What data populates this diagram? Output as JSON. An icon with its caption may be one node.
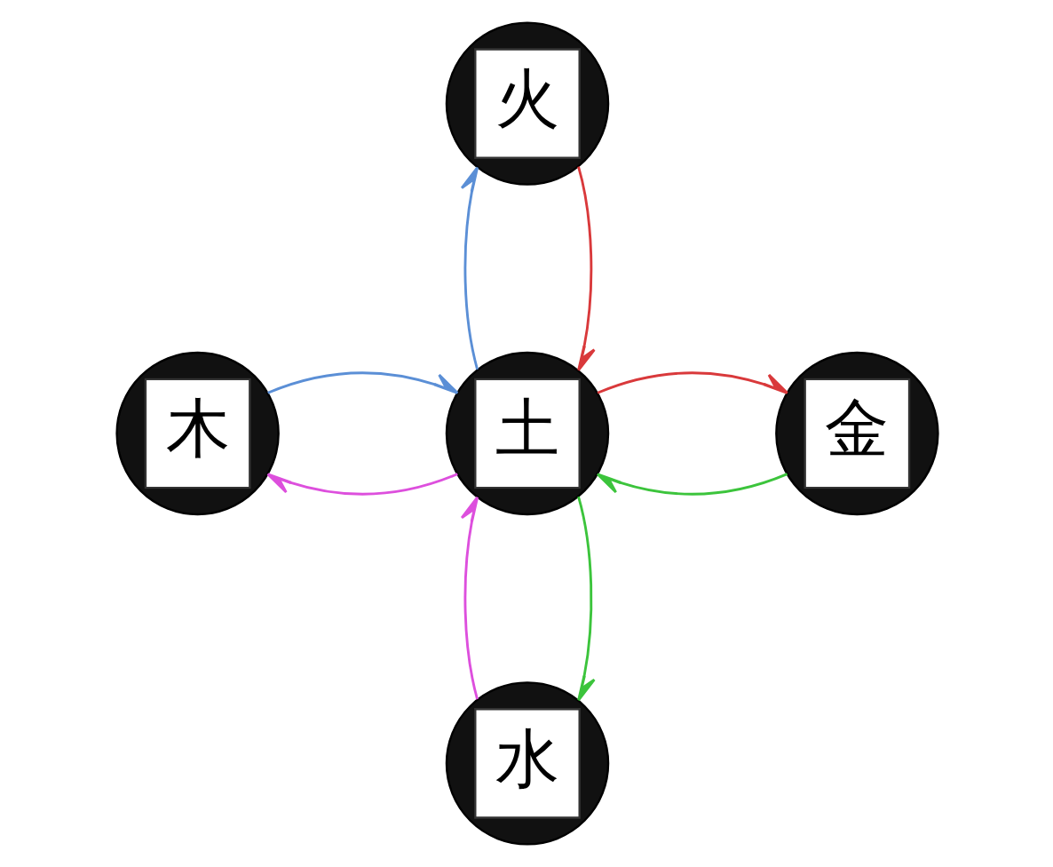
{
  "diagram": {
    "nodes": [
      {
        "text": [
          "火"
        ]
      },
      {
        "text": [
          "木"
        ]
      },
      {
        "text": [
          "土"
        ]
      },
      {
        "text": [
          "金"
        ]
      },
      {
        "text": [
          "水"
        ]
      }
    ],
    "edges": [
      {
        "from": 2,
        "to": 0,
        "arrow": "to",
        "color": "#5b8fd6"
      },
      {
        "from": 0,
        "to": 2,
        "arrow": "to",
        "color": "#d9393b"
      },
      {
        "from": 1,
        "to": 2,
        "arrow": "to",
        "color": "#5b8fd6"
      },
      {
        "from": 2,
        "to": 1,
        "arrow": "to",
        "color": "#dd4fdd"
      },
      {
        "from": 2,
        "to": 3,
        "arrow": "to",
        "color": "#d9393b"
      },
      {
        "from": 3,
        "to": 2,
        "arrow": "to",
        "color": "#3cc43c"
      },
      {
        "from": 4,
        "to": 2,
        "arrow": "to",
        "color": "#dd4fdd"
      },
      {
        "from": 2,
        "to": 4,
        "arrow": "to",
        "color": "#3cc43c"
      }
    ]
  }
}
